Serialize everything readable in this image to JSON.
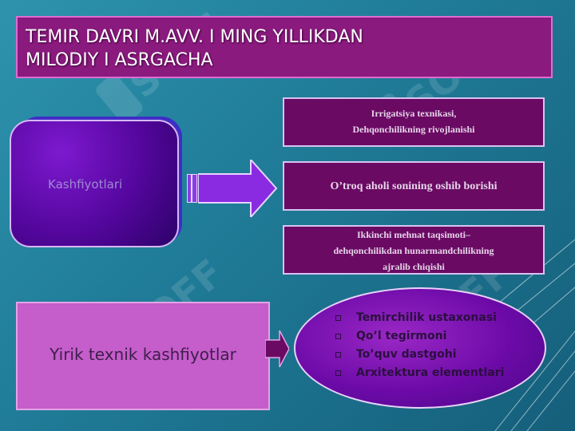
{
  "title": {
    "line1": "TEMIR DAVRI M.AVV. I MING YILLIKDAN",
    "line2": "MILODIY I ASRGACHA"
  },
  "kashfiyotlar": {
    "label": "Kashfiyotlari"
  },
  "results": [
    {
      "lines": [
        "Irrigatsiya texnikasi,",
        "Dehqonchilikning rivojlanishi"
      ]
    },
    {
      "lines": [
        "O’troq aholi sonining oshib borishi"
      ]
    },
    {
      "lines": [
        "Ikkinchi mehnat taqsimoti–",
        "dehqonchilikdan hunarmandchilikning",
        "ajralib chiqishi"
      ]
    }
  ],
  "yirik": {
    "label": "Yirik texnik kashfiyotlar"
  },
  "discoveries": [
    "Temirchilik ustaxonasi",
    "Qo’l tegirmoni",
    "To’quv dastgohi",
    "Arxitektura elementlari"
  ],
  "watermark": {
    "text": "SOFF"
  },
  "colors": {
    "background": "#1f7b97",
    "title_box": "#8a1a7e",
    "result_box": "#6a0a63",
    "yirik_box": "#c55dcb",
    "ellipse": "#6c0aa8",
    "arrow": "#8a2be2"
  }
}
